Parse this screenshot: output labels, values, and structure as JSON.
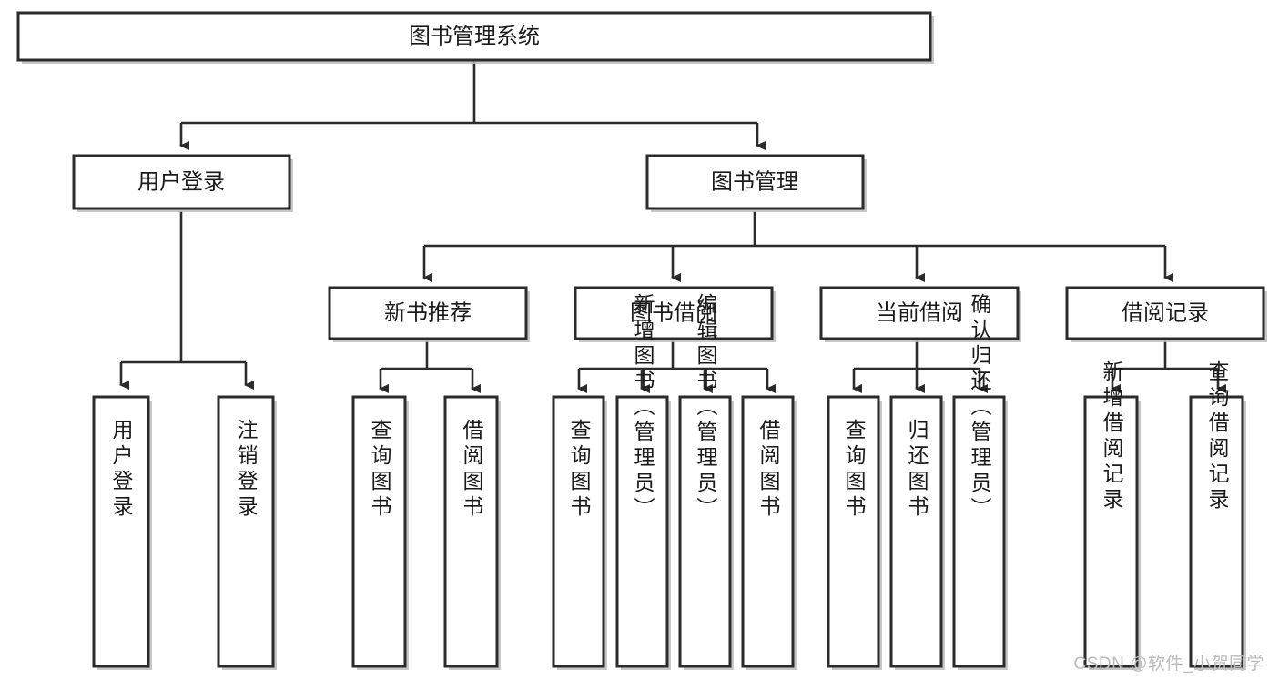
{
  "diagram": {
    "type": "tree-hierarchy",
    "title": "图书管理系统",
    "watermark": "CSDN @软件_小贺同学",
    "colors": {
      "stroke": "#2b2b2b",
      "fill": "#ffffff",
      "shadow": "#bdbdbd",
      "text": "#1a1a1a",
      "watermark": "#bcbcbc"
    },
    "levels": {
      "level1": [
        {
          "id": "root",
          "label": "图书管理系统",
          "orientation": "horizontal"
        }
      ],
      "level2": [
        {
          "id": "user-login",
          "label": "用户登录",
          "orientation": "horizontal"
        },
        {
          "id": "book-manage",
          "label": "图书管理",
          "orientation": "horizontal"
        }
      ],
      "level3": [
        {
          "id": "new-book-rec",
          "label": "新书推荐",
          "orientation": "horizontal",
          "parent": "book-manage"
        },
        {
          "id": "book-borrow",
          "label": "图书借阅",
          "orientation": "horizontal",
          "parent": "book-manage"
        },
        {
          "id": "current-borrow",
          "label": "当前借阅",
          "orientation": "horizontal",
          "parent": "book-manage"
        },
        {
          "id": "borrow-record",
          "label": "借阅记录",
          "orientation": "horizontal",
          "parent": "book-manage"
        }
      ],
      "level4": [
        {
          "id": "leaf-user-login",
          "label": "用户登录",
          "orientation": "vertical",
          "parent": "user-login"
        },
        {
          "id": "leaf-logout",
          "label": "注销登录",
          "orientation": "vertical",
          "parent": "user-login"
        },
        {
          "id": "leaf-query-book-1",
          "label": "查询图书",
          "orientation": "vertical",
          "parent": "new-book-rec"
        },
        {
          "id": "leaf-borrow-book-1",
          "label": "借阅图书",
          "orientation": "vertical",
          "parent": "new-book-rec"
        },
        {
          "id": "leaf-query-book-2",
          "label": "查询图书",
          "orientation": "vertical",
          "parent": "book-borrow"
        },
        {
          "id": "leaf-add-book",
          "label": "新增图书（管理员）",
          "orientation": "vertical",
          "parent": "book-borrow"
        },
        {
          "id": "leaf-edit-book",
          "label": "编辑图书（管理员）",
          "orientation": "vertical",
          "parent": "book-borrow"
        },
        {
          "id": "leaf-borrow-book-2",
          "label": "借阅图书",
          "orientation": "vertical",
          "parent": "book-borrow"
        },
        {
          "id": "leaf-query-book-3",
          "label": "查询图书",
          "orientation": "vertical",
          "parent": "current-borrow"
        },
        {
          "id": "leaf-return-book",
          "label": "归还图书",
          "orientation": "vertical",
          "parent": "current-borrow"
        },
        {
          "id": "leaf-confirm-return",
          "label": "确认归还（管理员）",
          "orientation": "vertical",
          "parent": "current-borrow"
        },
        {
          "id": "leaf-add-record",
          "label": "新增借阅记录",
          "orientation": "vertical",
          "parent": "borrow-record"
        },
        {
          "id": "leaf-query-record",
          "label": "查询借阅记录",
          "orientation": "vertical",
          "parent": "borrow-record"
        }
      ]
    }
  }
}
